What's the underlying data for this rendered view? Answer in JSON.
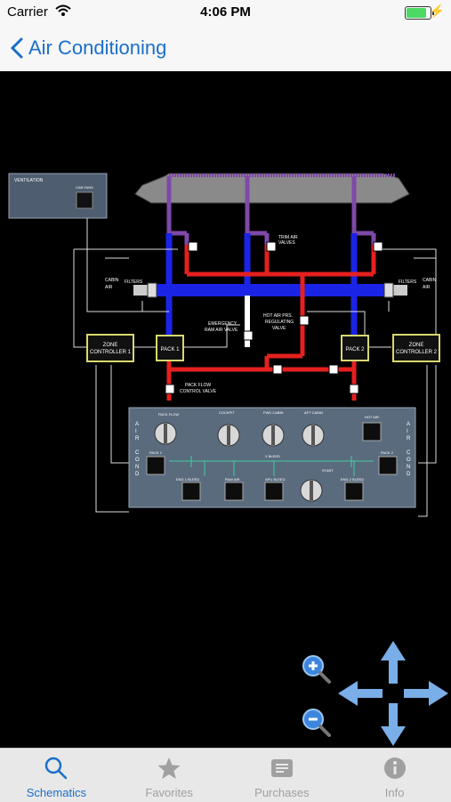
{
  "status_bar": {
    "carrier": "Carrier",
    "time": "4:06 PM",
    "battery_level": 0.9
  },
  "nav": {
    "back_label": "Air Conditioning"
  },
  "schematic": {
    "ventilation": "VENTILATION",
    "cab_fans": "CAB FANS",
    "trim_air_valves": [
      "TRIM AIR",
      "VALVES"
    ],
    "cabin_air_left": [
      "CABIN",
      "AIR"
    ],
    "cabin_air_right": [
      "CABIN",
      "AIR"
    ],
    "filters_left": "FILTERS",
    "filters_right": "FILTERS",
    "emergency_ram_air_valve": [
      "EMERGENCY",
      "RAM AIR VALVE"
    ],
    "hot_air_regulating_valve": [
      "HOT AIR PRS.",
      "REGULATING",
      "VALVE"
    ],
    "zone_controller_1": [
      "ZONE",
      "CONTROLLER 1"
    ],
    "zone_controller_2": [
      "ZONE",
      "CONTROLLER 2"
    ],
    "pack_1": "PACK 1",
    "pack_2": "PACK 2",
    "pack_flow_control_valve": [
      "PACK FLOW",
      "CONTROL VALVE"
    ],
    "panel": {
      "air_cond_left": [
        "A",
        "I",
        "R",
        "",
        "C",
        "O",
        "N",
        "D"
      ],
      "air_cond_right": [
        "A",
        "I",
        "R",
        "",
        "C",
        "O",
        "N",
        "D"
      ],
      "pack_flow": "PACK FLOW",
      "cockpit": "COCKPIT",
      "fwd_cabin": "FWD CABIN",
      "aft_cabin": "AFT CABIN",
      "hot_air": "HOT AIR",
      "pack1_btn": "PACK 1",
      "pack2_btn": "PACK 2",
      "x_bleed": "X BLEED",
      "eng1_bleed": "ENG 1 BLEED",
      "ram_air": "RAM AIR",
      "apu_bleed": "APU BLEED",
      "eng2_bleed": "ENG 2 BLEED",
      "start": "START"
    }
  },
  "controls": {
    "zoom_in": "zoom-in",
    "zoom_out": "zoom-out"
  },
  "tabs": [
    {
      "label": "Schematics",
      "icon": "search-icon",
      "active": true
    },
    {
      "label": "Favorites",
      "icon": "star-icon",
      "active": false
    },
    {
      "label": "Purchases",
      "icon": "list-icon",
      "active": false
    },
    {
      "label": "Info",
      "icon": "info-icon",
      "active": false
    }
  ],
  "colors": {
    "accent": "#1a6fc9",
    "hot": "#e5201f",
    "cold": "#1a24e6",
    "cabin": "#7e49a8",
    "zone_border": "#d8d870",
    "arrow": "#7aaee8"
  }
}
